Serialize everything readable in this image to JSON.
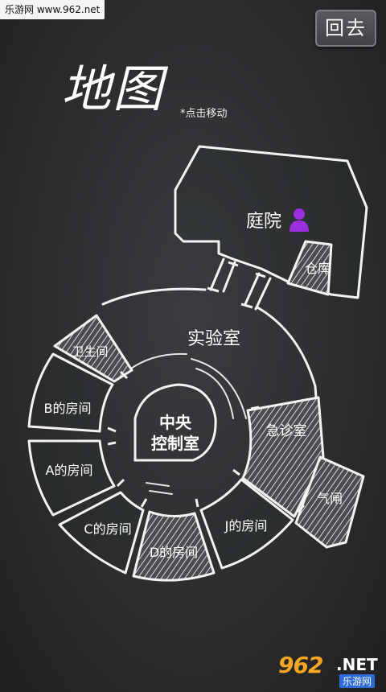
{
  "watermark": {
    "top_text": "乐游网 www.962.net",
    "bottom_num": "962",
    "bottom_net": ".NET",
    "bottom_cn": "乐游网"
  },
  "header": {
    "title": "地图",
    "hint": "*点击移动",
    "back_label": "回去"
  },
  "rooms": {
    "courtyard": "庭院",
    "warehouse": "仓库",
    "lab": "实验室",
    "control_line1": "中央",
    "control_line2": "控制室",
    "bathroom": "卫生间",
    "room_b": "B的房间",
    "room_a": "A的房间",
    "room_c": "C的房间",
    "room_d": "D的房间",
    "room_j": "J的房间",
    "emergency": "急诊室",
    "airlock": "气闸"
  },
  "colors": {
    "player": "#9b2fe0",
    "line": "#f3f3f3",
    "background": "#2a2c2e"
  },
  "icons": {
    "player": "person-icon"
  }
}
